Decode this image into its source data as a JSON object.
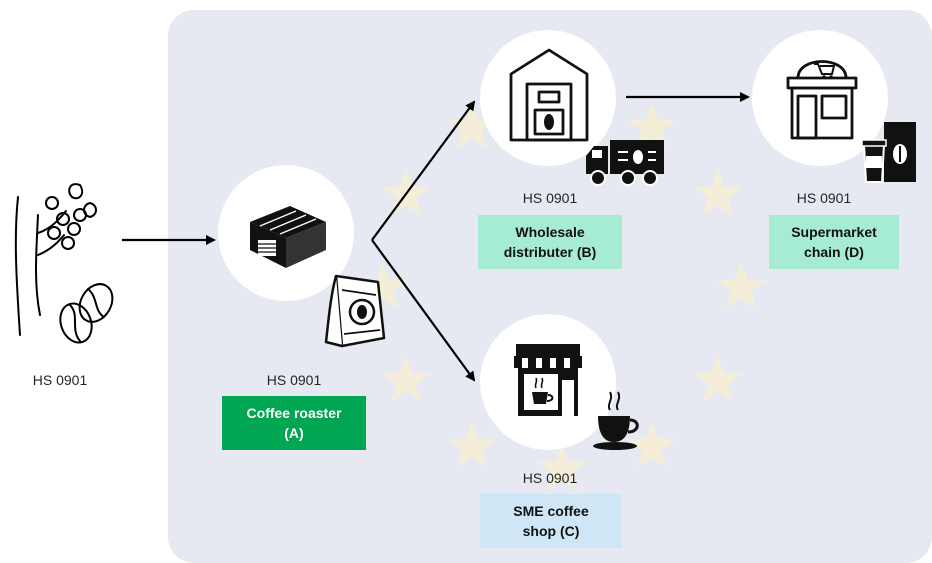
{
  "colors": {
    "panel_bg": "#e6e8f2",
    "star": "#f4eed8",
    "roaster_box": "#00a651",
    "distributor_box": "#a6ecd2",
    "supermarket_box": "#a6ecd2",
    "sme_box": "#cfe6f6"
  },
  "origin": {
    "code": "HS 0901",
    "icon": "coffee-plant-icon"
  },
  "nodes": {
    "roaster": {
      "code": "HS 0901",
      "label": "Coffee roaster\n(A)",
      "icon": "factory-icon",
      "badge_icon": "coffee-bag-icon"
    },
    "distributor": {
      "code": "HS 0901",
      "label": "Wholesale\ndistributer (B)",
      "icon": "warehouse-icon",
      "badge_icon": "delivery-truck-icon"
    },
    "supermarket": {
      "code": "HS 0901",
      "label": "Supermarket\nchain (D)",
      "icon": "shop-icon",
      "badge_icon": "coffee-packages-icon"
    },
    "sme_shop": {
      "code": "HS 0901",
      "label": "SME coffee\nshop (C)",
      "icon": "coffee-shop-icon",
      "badge_icon": "coffee-cup-icon"
    }
  }
}
